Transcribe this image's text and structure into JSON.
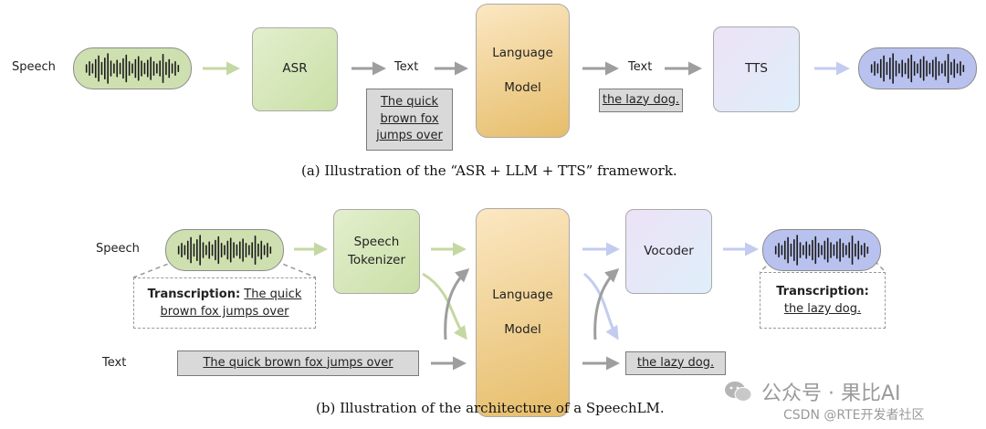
{
  "panel_a": {
    "speech_label": "Speech",
    "asr_label": "ASR",
    "text_label_1": "Text",
    "text_box_1": [
      "The quick",
      "brown fox",
      "jumps over"
    ],
    "lm_line1": "Language",
    "lm_line2": "Model",
    "text_label_2": "Text",
    "text_box_2": "the lazy dog.",
    "tts_label": "TTS",
    "caption": "(a) Illustration of the “ASR + LLM + TTS” framework."
  },
  "panel_b": {
    "speech_label": "Speech",
    "tokenizer_line1": "Speech",
    "tokenizer_line2": "Tokenizer",
    "transcription_label": "Transcription:",
    "transcription_in_1": "The quick",
    "transcription_in_2": "brown fox jumps over",
    "text_label": "Text",
    "text_in": "The quick brown fox jumps over",
    "lm_line1": "Language",
    "lm_line2": "Model",
    "vocoder_label": "Vocoder",
    "transcription_out_label": "Transcription:",
    "transcription_out": "the lazy dog.",
    "text_out": "the lazy dog.",
    "caption": "(b) Illustration of the architecture of a SpeechLM."
  },
  "watermark": {
    "line1": "公众号 · 果比AI",
    "line2": "CSDN @RTE开发者社区"
  },
  "colors": {
    "green_fill": "#cfe0b0",
    "blue_wave_fill": "#b9c2ee",
    "lm_gradient": [
      "#fbe7c2",
      "#e6bd6a"
    ],
    "tts_gradient": [
      "#ece2f6",
      "#dfeefa"
    ],
    "arrow_gray": "#9e9e9e",
    "arrow_green": "#c5d8a3",
    "arrow_blue": "#c3ccf0"
  }
}
